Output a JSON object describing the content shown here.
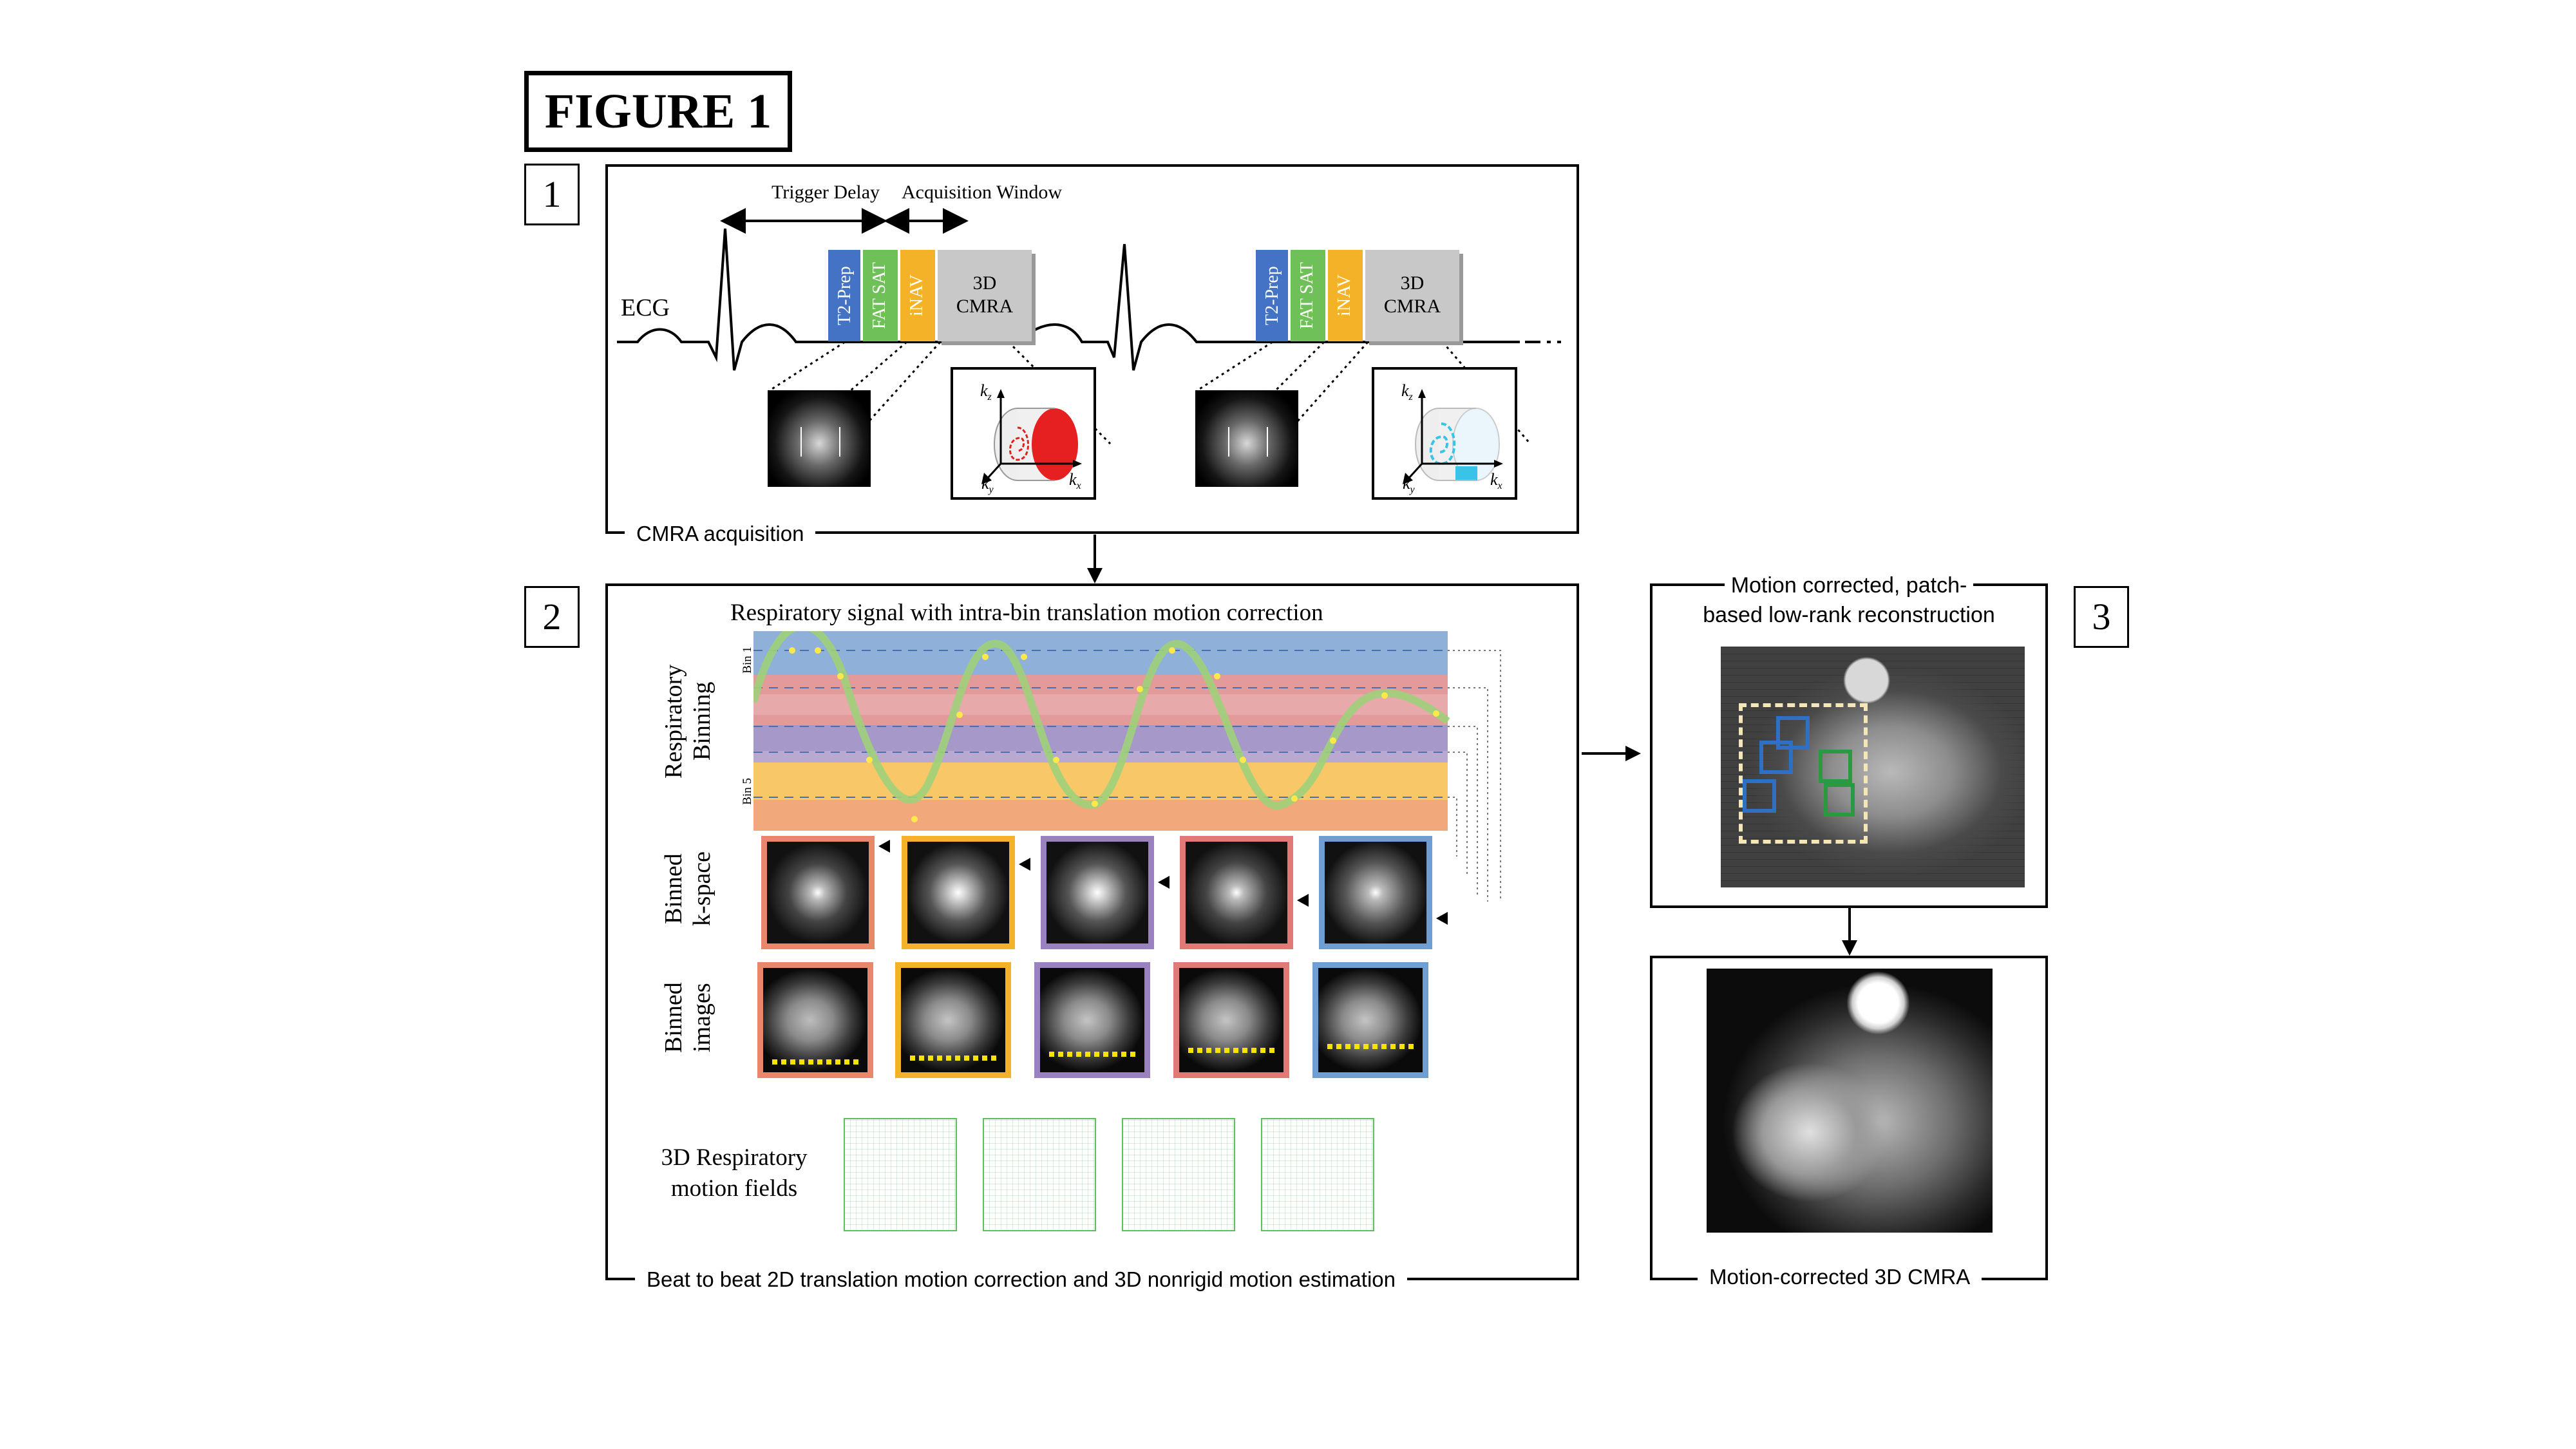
{
  "figure_title": "FIGURE 1",
  "panel1": {
    "number": "1",
    "caption": "CMRA acquisition",
    "trigger_delay": "Trigger Delay",
    "acquisition_window": "Acquisition Window",
    "ecg": "ECG",
    "pulses": [
      "T2-Prep",
      "FAT SAT",
      "iNAV"
    ],
    "cmra_block": [
      "3D",
      "CMRA"
    ],
    "axes": {
      "kz": "k",
      "kz_sub": "z",
      "ky": "k",
      "ky_sub": "y",
      "kx": "k",
      "kx_sub": "x"
    },
    "colors": {
      "t2prep": "#4472c4",
      "fatsat": "#70c05a",
      "inav": "#f4b228",
      "cmra": "#c8c8c8",
      "traj1": "#e02020",
      "traj2": "#39c3e6"
    }
  },
  "panel2": {
    "number": "2",
    "title": "Respiratory signal with intra-bin translation motion correction",
    "caption": "Beat to beat 2D translation motion correction and 3D nonrigid motion estimation",
    "row_labels": {
      "binning": [
        "Respiratory",
        "Binning"
      ],
      "kspace": [
        "Binned",
        "k-space"
      ],
      "images": [
        "Binned",
        "images"
      ],
      "fields": [
        "3D Respiratory",
        "motion fields"
      ]
    },
    "bin_top": "Bin 1",
    "bin_bottom": "Bin 5",
    "bin_colors": [
      "#8fb0d8",
      "#e39a9a",
      "#a698c8",
      "#f7c768",
      "#f1a97c"
    ],
    "tile_colors": [
      "#e8876a",
      "#f4b228",
      "#9a82c0",
      "#e07a76",
      "#6e9ed2"
    ]
  },
  "panel3": {
    "number": "3",
    "title_line1": "Motion corrected, patch-",
    "title_line2": "based low-rank reconstruction",
    "result_caption": "Motion-corrected 3D CMRA"
  }
}
